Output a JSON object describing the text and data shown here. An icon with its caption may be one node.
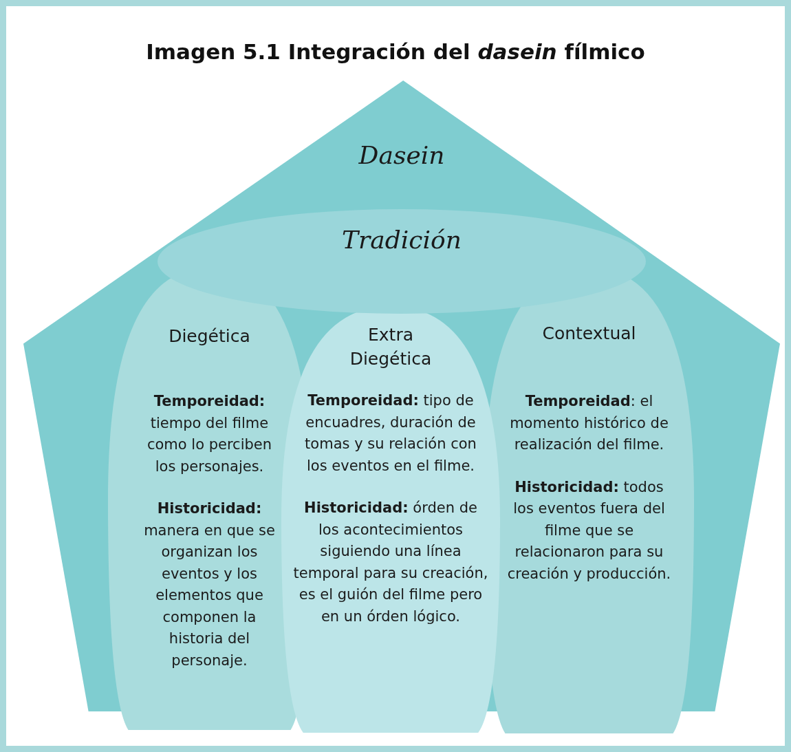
{
  "diagram": {
    "title": "Imagen 5.1 Integración del *dasein* fílmico",
    "nodes": [
      {
        "text": [
          "Dasein"
        ]
      },
      {
        "text": [
          "Tradición"
        ],
        "in": 0
      },
      {
        "text": [
          "Diegética",
          "**Temporeidad:** tiempo del filme como lo perciben los personajes.",
          "**Historicidad:** manera en que se organizan los eventos y los elementos que componen la historia del personaje."
        ],
        "in": 0
      },
      {
        "text": [
          "Extra Diegética",
          "**Temporeidad:** tipo de encuadres, duración de tomas y su relación con los eventos en el filme.",
          "**Historicidad:** órden de los acontecimientos siguiendo una línea temporal para su creación, es el guión del filme pero en un órden lógico."
        ],
        "in": 0
      },
      {
        "text": [
          "Contextual",
          "**Temporeidad**: el momento histórico de realización del filme.",
          "**Historicidad:** todos los eventos fuera del filme que se relacionaron para su creación y producción."
        ],
        "in": 0
      }
    ]
  }
}
